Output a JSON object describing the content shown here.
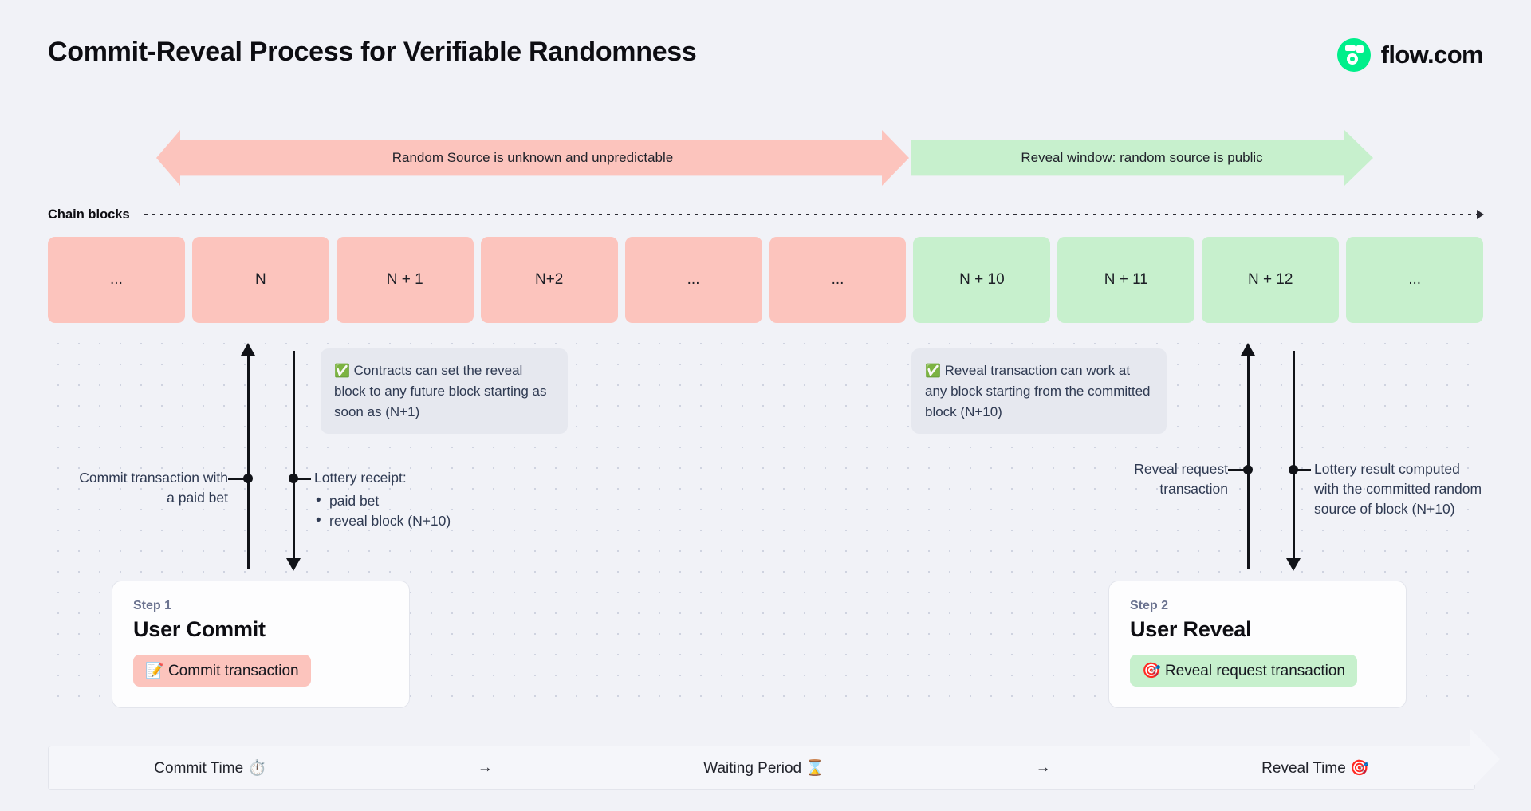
{
  "header": {
    "title": "Commit-Reveal Process for Verifiable Randomness",
    "brand_name": "flow.com",
    "brand_color": "#00EF8B"
  },
  "banners": [
    {
      "id": "unknown",
      "label": "Random Source is unknown and unpredictable",
      "color": "#FCC4BD",
      "direction": "double"
    },
    {
      "id": "reveal",
      "label": "Reveal window: random source is public",
      "color": "#C7F0CD",
      "direction": "right"
    }
  ],
  "chain": {
    "label": "Chain blocks",
    "blocks": [
      {
        "label": "...",
        "state": "pink"
      },
      {
        "label": "N",
        "state": "pink"
      },
      {
        "label": "N + 1",
        "state": "pink"
      },
      {
        "label": "N+2",
        "state": "pink"
      },
      {
        "label": "...",
        "state": "pink"
      },
      {
        "label": "...",
        "state": "pink"
      },
      {
        "label": "N + 10",
        "state": "green"
      },
      {
        "label": "N + 11",
        "state": "green"
      },
      {
        "label": "N + 12",
        "state": "green"
      },
      {
        "label": "...",
        "state": "green"
      }
    ]
  },
  "notes": {
    "contracts": {
      "icon": "white-check-mark",
      "text": "Contracts can set the reveal block to any future block starting as soon as (N+1)"
    },
    "reveal": {
      "icon": "white-check-mark",
      "text": "Reveal transaction can work at any block starting from the committed block (N+10)"
    }
  },
  "connectors": {
    "commit": {
      "label": "Commit transaction with a paid bet"
    },
    "receipt": {
      "label": "Lottery receipt:",
      "bullets": [
        "paid bet",
        "reveal block (N+10)"
      ]
    },
    "reveal_request": {
      "label": "Reveal request transaction"
    },
    "lottery_result": {
      "label": "Lottery result computed with the committed random source of block (N+10)"
    }
  },
  "steps": [
    {
      "kicker": "Step 1",
      "title": "User Commit",
      "pill": {
        "icon": "memo",
        "label": "Commit transaction",
        "color": "#FCC4BD"
      }
    },
    {
      "kicker": "Step 2",
      "title": "User Reveal",
      "pill": {
        "icon": "direct-hit",
        "label": "Reveal request transaction",
        "color": "#C7F0CD"
      }
    }
  ],
  "footer": {
    "phases": [
      {
        "label": "Commit Time ⏱️"
      },
      {
        "label": "Waiting Period ⌛"
      },
      {
        "label": "Reveal Time 🎯"
      }
    ],
    "separator": "→"
  },
  "colors": {
    "background": "#F1F2F7",
    "pink": "#FCC4BD",
    "green": "#C7F0CD",
    "note_bg": "#E6E8EF",
    "text": "#2F3A52"
  }
}
